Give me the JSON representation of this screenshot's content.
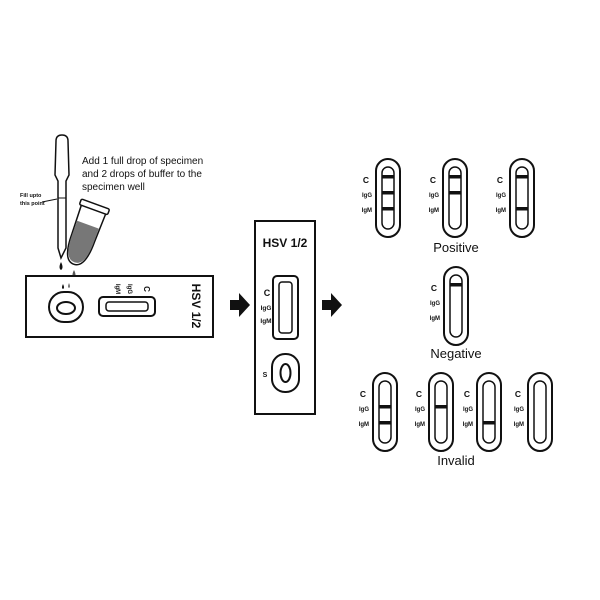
{
  "instruction": {
    "lines": [
      "Add 1 full drop of specimen",
      "and 2 drops of buffer to the",
      "specimen well"
    ]
  },
  "fill_note": {
    "lines": [
      "Fill upto",
      "this point"
    ]
  },
  "cassette": {
    "name": "HSV 1/2",
    "label_c": "C",
    "label_igg": "IgG",
    "label_igm": "IgM",
    "label_s": "S"
  },
  "results": {
    "positive_label": "Positive",
    "negative_label": "Negative",
    "invalid_label": "Invalid",
    "line_labels": {
      "c": "C",
      "igg": "IgG",
      "igm": "IgM"
    },
    "positive": [
      {
        "c": true,
        "igg": true,
        "igm": true
      },
      {
        "c": true,
        "igg": true,
        "igm": false
      },
      {
        "c": true,
        "igg": false,
        "igm": true
      }
    ],
    "negative": [
      {
        "c": true,
        "igg": false,
        "igm": false
      }
    ],
    "invalid": [
      {
        "c": false,
        "igg": true,
        "igm": true
      },
      {
        "c": false,
        "igg": true,
        "igm": false
      },
      {
        "c": false,
        "igg": false,
        "igm": true
      },
      {
        "c": false,
        "igg": false,
        "igm": false
      }
    ]
  },
  "colors": {
    "ink": "#111111",
    "liquid": "#777777",
    "background": "#ffffff"
  }
}
